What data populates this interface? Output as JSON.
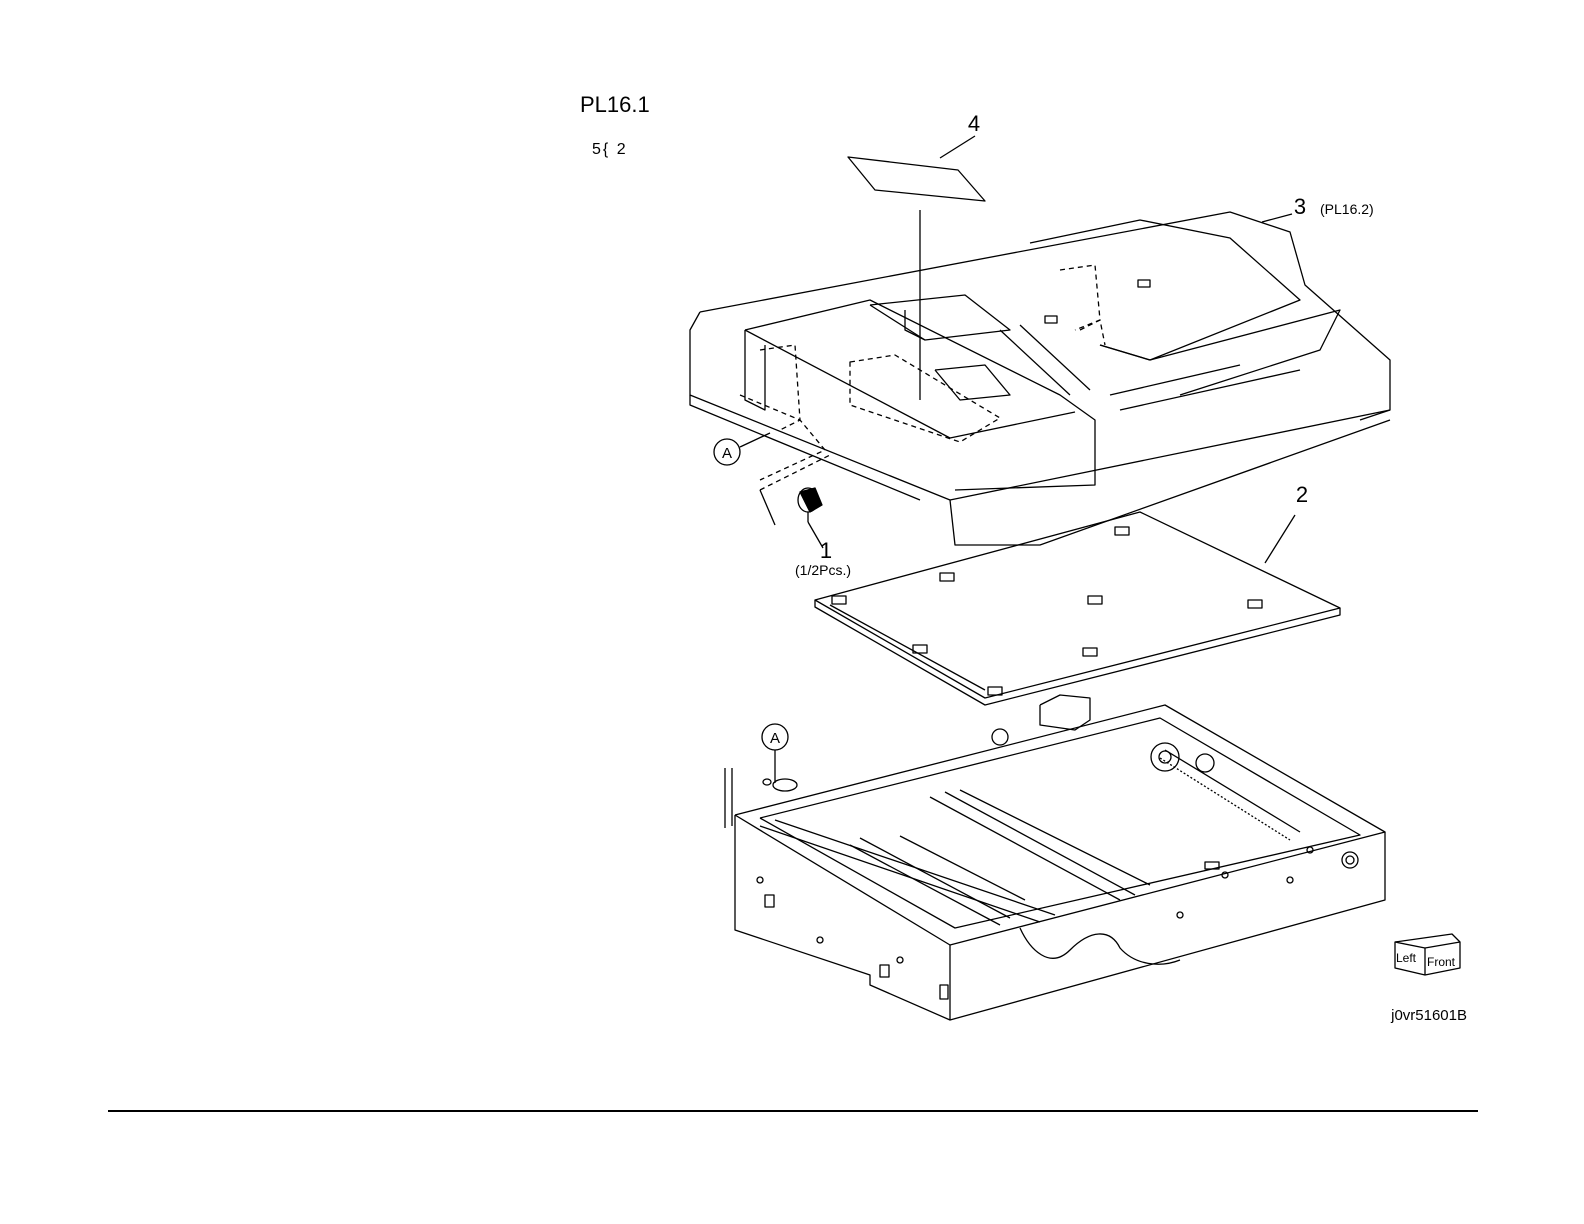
{
  "page": {
    "title": "PL16.1",
    "subtitle": "5{ 2",
    "figure_id": "j0vr51601B"
  },
  "callouts": {
    "item1": "1",
    "item1_qty": "(1/2Pcs.)",
    "item2": "2",
    "item3": "3",
    "item3_ref": "(PL16.2)",
    "item4": "4",
    "ref_a_top": "A",
    "ref_a_bottom": "A"
  },
  "orientation": {
    "left": "Left",
    "front": "Front"
  },
  "colors": {
    "line": "#000000",
    "background": "#ffffff"
  }
}
